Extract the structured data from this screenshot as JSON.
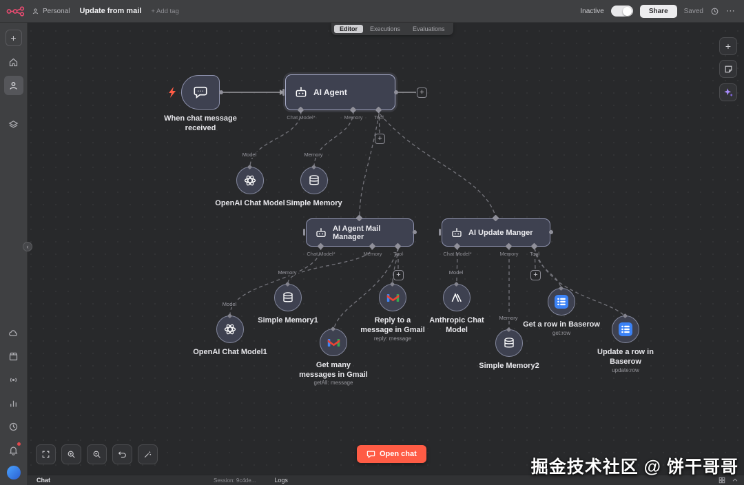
{
  "colors": {
    "accent": "#ff5c45",
    "brand": "#ea4b71",
    "assistant": "#a78bfa",
    "canvas": "#28292b"
  },
  "icons": {
    "add": "+",
    "plus_endpoint": "+",
    "more": "⋯",
    "collapse": "‹"
  },
  "header": {
    "breadcrumb": "Personal",
    "title": "Update from mail",
    "add_tag": "+ Add tag",
    "tabs": [
      {
        "label": "Editor"
      },
      {
        "label": "Executions"
      },
      {
        "label": "Evaluations"
      }
    ],
    "status": "Inactive",
    "share": "Share",
    "saved": "Saved"
  },
  "nodes": {
    "trigger": {
      "label": "When chat message received"
    },
    "agent": {
      "label": "AI Agent",
      "ports": {
        "chat_model": "Chat Model*",
        "memory": "Memory",
        "tool": "Tool"
      }
    },
    "openai_model": {
      "label": "OpenAI Chat Model",
      "port": "Model"
    },
    "simple_memory": {
      "label": "Simple Memory",
      "port": "Memory"
    },
    "mail_agent": {
      "label": "AI Agent Mail Manager",
      "ports": {
        "chat_model": "Chat Model*",
        "memory": "Memory",
        "tool": "Tool"
      }
    },
    "update_agent": {
      "label": "AI Update Manger",
      "ports": {
        "chat_model": "Chat Model*",
        "memory": "Memory",
        "tool": "Tool"
      }
    },
    "simple_memory1": {
      "label": "Simple Memory1",
      "port": "Memory"
    },
    "openai_model1": {
      "label": "OpenAI Chat Model1",
      "port": "Model"
    },
    "gmail_reply": {
      "label": "Reply to a message in Gmail",
      "operation": "reply: message"
    },
    "gmail_get": {
      "label": "Get many messages in Gmail",
      "operation": "getAll: message"
    },
    "anthropic_model": {
      "label": "Anthropic Chat Model",
      "port": "Model"
    },
    "simple_memory2": {
      "label": "Simple Memory2",
      "port": "Memory"
    },
    "baserow_get": {
      "label": "Get a row in Baserow",
      "operation": "get:row"
    },
    "baserow_update": {
      "label": "Update a row in Baserow",
      "operation": "update:row"
    }
  },
  "controls": {
    "open_chat": "Open chat"
  },
  "footer": {
    "chat": "Chat",
    "session": "Session: 9c4de...",
    "logs": "Logs"
  },
  "watermark": "掘金技术社区 @ 饼干哥哥"
}
